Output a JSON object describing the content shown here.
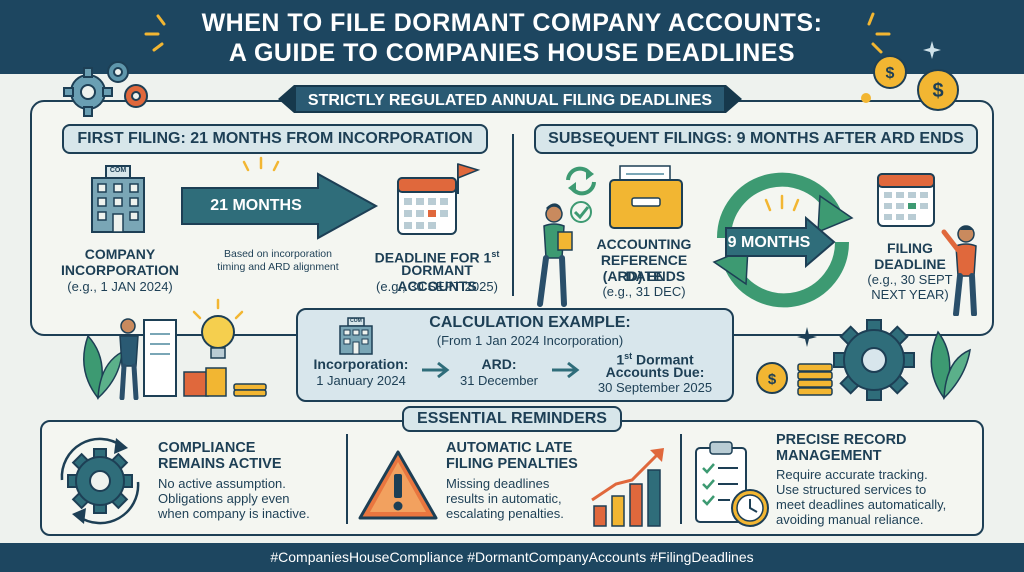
{
  "header": {
    "title_line1": "WHEN TO FILE DORMANT COMPANY ACCOUNTS:",
    "title_line2": "A GUIDE TO COMPANIES HOUSE DEADLINES"
  },
  "banner": "STRICTLY REGULATED ANNUAL FILING DEADLINES",
  "first_filing": {
    "tab": "FIRST FILING: 21 MONTHS FROM INCORPORATION",
    "building_sign": "COM",
    "incorporation_title_1": "COMPANY",
    "incorporation_title_2": "INCORPORATION",
    "incorporation_example": "(e.g., 1 JAN 2024)",
    "arrow_label": "21 MONTHS",
    "arrow_note_1": "Based on incorporation",
    "arrow_note_2": "timing and ARD alignment",
    "deadline_title_1a": "DEADLINE FOR 1",
    "deadline_title_1_sup": "st",
    "deadline_title_2": "DORMANT ACCOUNTS",
    "deadline_example": "(e.g., 30 SEPT 2025)"
  },
  "subsequent": {
    "tab": "SUBSEQUENT FILINGS: 9 MONTHS AFTER ARD ENDS",
    "ard_title_1": "ACCOUNTING",
    "ard_title_2": "REFERENCE DATE",
    "ard_title_3": "(ARD) ENDS",
    "ard_example": "(e.g., 31 DEC)",
    "cycle_label": "9 MONTHS",
    "filing_title_1": "FILING",
    "filing_title_2": "DEADLINE",
    "filing_example_1": "(e.g., 30 SEPT",
    "filing_example_2": "NEXT YEAR)"
  },
  "calculation": {
    "title": "CALCULATION EXAMPLE:",
    "subtitle": "(From 1 Jan 2024 Incorporation)",
    "building_sign": "COM",
    "step1_label": "Incorporation:",
    "step1_value": "1 January 2024",
    "step2_label": "ARD:",
    "step2_value": "31 December",
    "step3_label_a": "1",
    "step3_label_sup": "st",
    "step3_label_b": " Dormant",
    "step3_label_2": "Accounts Due:",
    "step3_value": "30 September 2025"
  },
  "reminders": {
    "tab": "ESSENTIAL REMINDERS",
    "cards": [
      {
        "title_1": "COMPLIANCE",
        "title_2": "REMAINS ACTIVE",
        "body_1": "No active assumption.",
        "body_2": "Obligations apply even",
        "body_3": "when company is inactive."
      },
      {
        "title_1": "AUTOMATIC LATE",
        "title_2": "FILING PENALTIES",
        "body_1": "Missing deadlines",
        "body_2": "results in automatic,",
        "body_3": "escalating penalties."
      },
      {
        "title_1": "PRECISE RECORD",
        "title_2": "MANAGEMENT",
        "body_1": "Require accurate tracking.",
        "body_2": "Use structured services to",
        "body_3": "meet deadlines automatically,",
        "body_4": "avoiding manual reliance."
      }
    ]
  },
  "footer": "#CompaniesHouseCompliance #DormantCompanyAccounts #FilingDeadlines",
  "icons": {
    "gears": "gears-icon",
    "coins": "coin-icon",
    "building": "office-building-icon",
    "calendar": "calendar-icon",
    "arrow": "arrow-right-icon",
    "folder": "file-drawer-icon",
    "cycle": "cycle-arrows-icon",
    "person": "person-icon",
    "lightbulb": "lightbulb-icon",
    "clipboard": "clipboard-checklist-icon",
    "warning": "warning-triangle-icon",
    "chart": "growth-chart-icon",
    "clock": "clock-icon",
    "plant": "plant-leaf-icon"
  },
  "colors": {
    "navy": "#1d4660",
    "teal": "#2f6d7a",
    "green": "#3d9a72",
    "orange": "#e0683c",
    "gold": "#f2b632",
    "panel": "#d8e6ec"
  }
}
